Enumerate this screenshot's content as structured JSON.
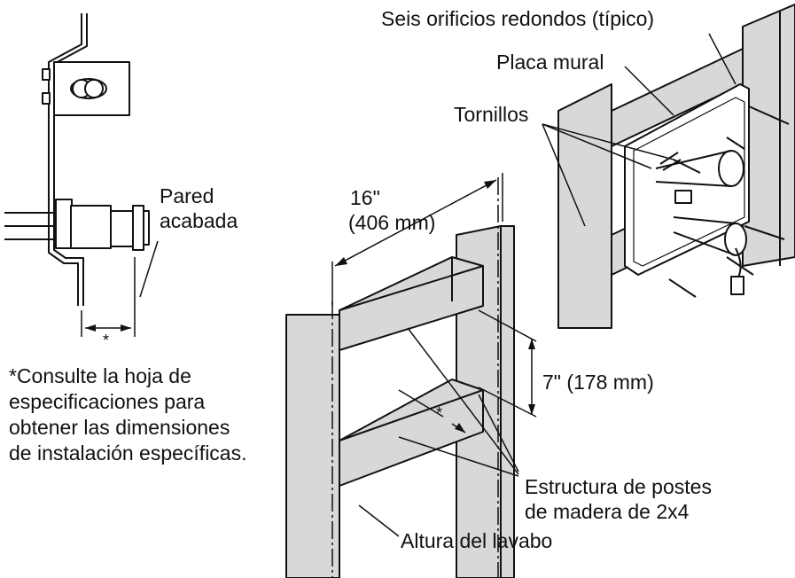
{
  "labels": {
    "six_holes": "Seis orificios redondos (típico)",
    "wall_plate": "Placa mural",
    "screws": "Tornillos",
    "finished_wall_line1": "Pared",
    "finished_wall_line2": "acabada",
    "spacing_16_line1": "16\"",
    "spacing_16_line2": "(406 mm)",
    "spacing_7": "7\" (178 mm)",
    "studs_line1": "Estructura de postes",
    "studs_line2": "de madera de 2x4",
    "sink_height": "Altura del lavabo",
    "asterisk": "*"
  },
  "note": {
    "line1": "*Consulte la hoja de",
    "line2": "especificaciones para",
    "line3": "obtener las dimensiones",
    "line4": "de instalación específicas."
  }
}
